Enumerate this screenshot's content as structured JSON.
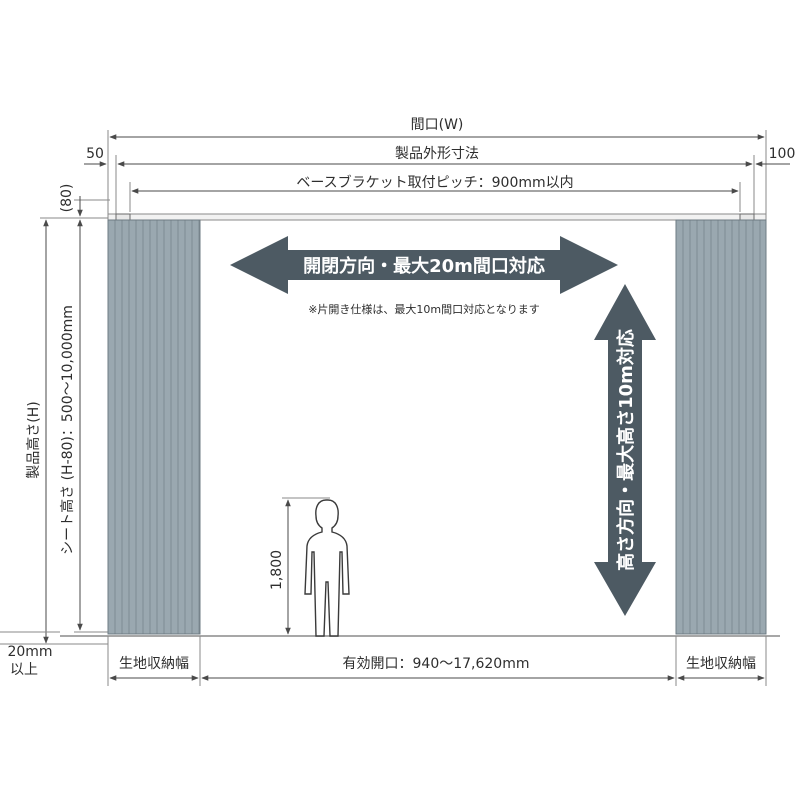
{
  "colors": {
    "arrow_fill": "#4d5a63",
    "curtain_fill": "#9aa8b0",
    "curtain_line": "#7d8b93",
    "line": "#4a4a4a"
  },
  "dimensions": {
    "width_label": "間口(W)",
    "product_outer_label": "製品外形寸法",
    "left_offset": "50",
    "right_offset": "100",
    "bracket_pitch_label": "ベースブラケット取付ピッチ：900mm以内",
    "top_height": "(80)",
    "product_height_label": "製品高さ(H)",
    "sheet_height_label": "シート高さ (H-80)：500～10,000mm",
    "floor_gap_line1": "20mm",
    "floor_gap_line2": "以上",
    "person_height": "1,800",
    "storage_left": "生地収納幅",
    "storage_right": "生地収納幅",
    "effective_opening": "有効開口：940～17,620mm"
  },
  "arrows": {
    "horizontal_label": "開閉方向・最大20m間口対応",
    "horizontal_note": "※片開き仕様は、最大10m間口対応となります",
    "vertical_label": "高さ方向・最大高さ10m対応"
  },
  "icons": {
    "person": "person-silhouette-icon",
    "curtain_left": "folded-curtain-icon",
    "curtain_right": "folded-curtain-icon"
  }
}
